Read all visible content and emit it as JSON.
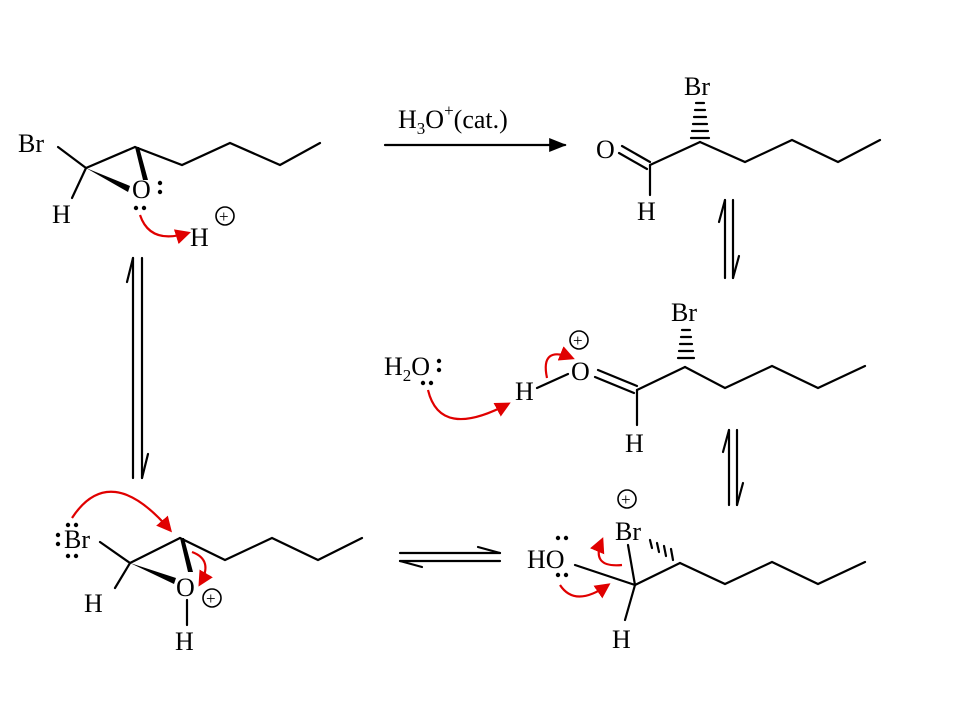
{
  "reagent": {
    "prefix": "H",
    "sub": "3",
    "mid": "O",
    "sup": "+",
    "suffix": "(cat.)"
  },
  "atoms": {
    "br": "Br",
    "o": "O",
    "h": "H",
    "water_h": "H",
    "water_sub": "2",
    "water_o": "O",
    "ho": "HO"
  },
  "charge": "+",
  "colors": {
    "ink": "#000000",
    "arrow": "#e00000"
  }
}
